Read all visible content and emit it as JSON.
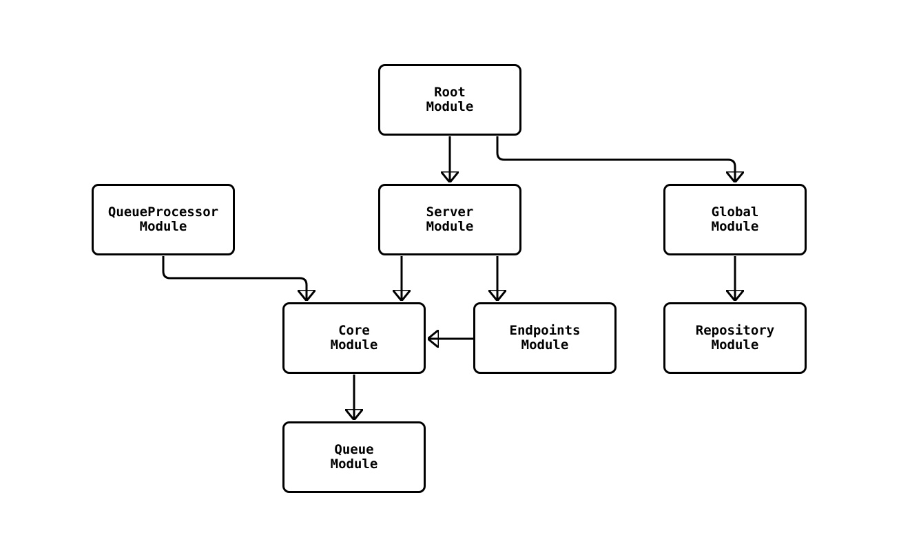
{
  "diagram": {
    "type": "flowchart",
    "background_color": "#ffffff",
    "line_color": "#000000",
    "node_fill_color": "#ffffff",
    "node_border_color": "#000000",
    "nodes": [
      {
        "id": "root",
        "label": "Root\nModule"
      },
      {
        "id": "queueprocessor",
        "label": "QueueProcessor\nModule"
      },
      {
        "id": "server",
        "label": "Server\nModule"
      },
      {
        "id": "global",
        "label": "Global\nModule"
      },
      {
        "id": "core",
        "label": "Core\nModule"
      },
      {
        "id": "endpoints",
        "label": "Endpoints\nModule"
      },
      {
        "id": "repository",
        "label": "Repository\nModule"
      },
      {
        "id": "queue",
        "label": "Queue\nModule"
      }
    ],
    "edges": [
      {
        "from": "root",
        "to": "server"
      },
      {
        "from": "root",
        "to": "global"
      },
      {
        "from": "queueprocessor",
        "to": "core"
      },
      {
        "from": "server",
        "to": "core"
      },
      {
        "from": "server",
        "to": "endpoints"
      },
      {
        "from": "endpoints",
        "to": "core"
      },
      {
        "from": "core",
        "to": "queue"
      },
      {
        "from": "global",
        "to": "repository"
      }
    ]
  }
}
